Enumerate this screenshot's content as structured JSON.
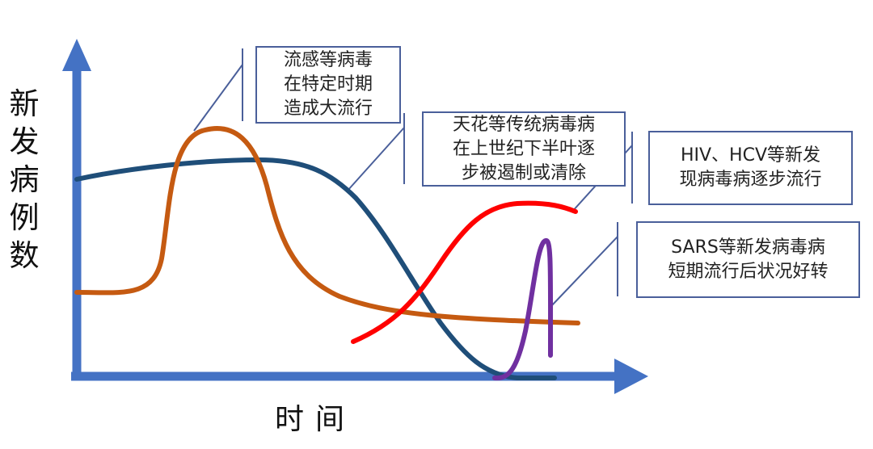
{
  "axes": {
    "y_label_chars": [
      "新",
      "发",
      "病",
      "例",
      "数"
    ],
    "x_label": "时间"
  },
  "annotations": [
    {
      "id": "flu",
      "lines": [
        "流感等病毒",
        "在特定时期",
        "造成大流行"
      ]
    },
    {
      "id": "smallpox",
      "lines": [
        "天花等传统病毒病",
        "在上世纪下半叶逐",
        "步被遏制或清除"
      ]
    },
    {
      "id": "hiv",
      "lines": [
        "HIV、HCV等新发",
        "现病毒病逐步流行"
      ]
    },
    {
      "id": "sars",
      "lines": [
        "SARS等新发病毒病",
        "短期流行后状况好转"
      ]
    }
  ],
  "colors": {
    "axis": "#4472C4",
    "traditional_curve": "#1F4E79",
    "flu_curve": "#C55A11",
    "hiv_curve": "#FF0000",
    "sars_curve": "#7030A0",
    "callout": "#4a5f9a"
  }
}
